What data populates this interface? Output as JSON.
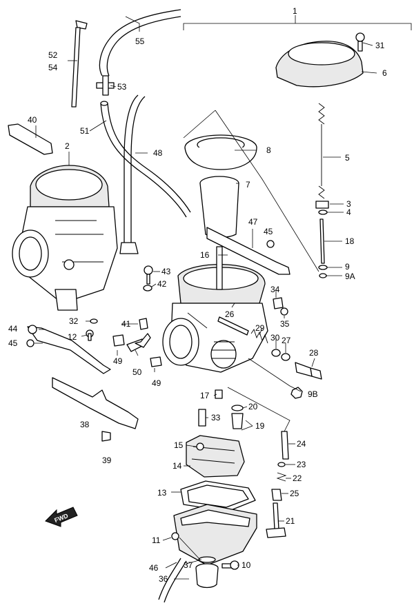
{
  "callouts": [
    "1",
    "2",
    "3",
    "4",
    "5",
    "6",
    "7",
    "8",
    "9",
    "9A",
    "9B",
    "10",
    "11",
    "12",
    "13",
    "14",
    "15",
    "16",
    "17",
    "18",
    "19",
    "20",
    "21",
    "22",
    "23",
    "24",
    "25",
    "26",
    "27",
    "28",
    "29",
    "30",
    "31",
    "32",
    "33",
    "34",
    "35",
    "36",
    "37",
    "38",
    "39",
    "40",
    "41",
    "42",
    "43",
    "44",
    "45",
    "45",
    "46",
    "47",
    "48",
    "49",
    "49",
    "50",
    "51",
    "52",
    "53",
    "54",
    "55"
  ],
  "fwd_label": "FWD"
}
